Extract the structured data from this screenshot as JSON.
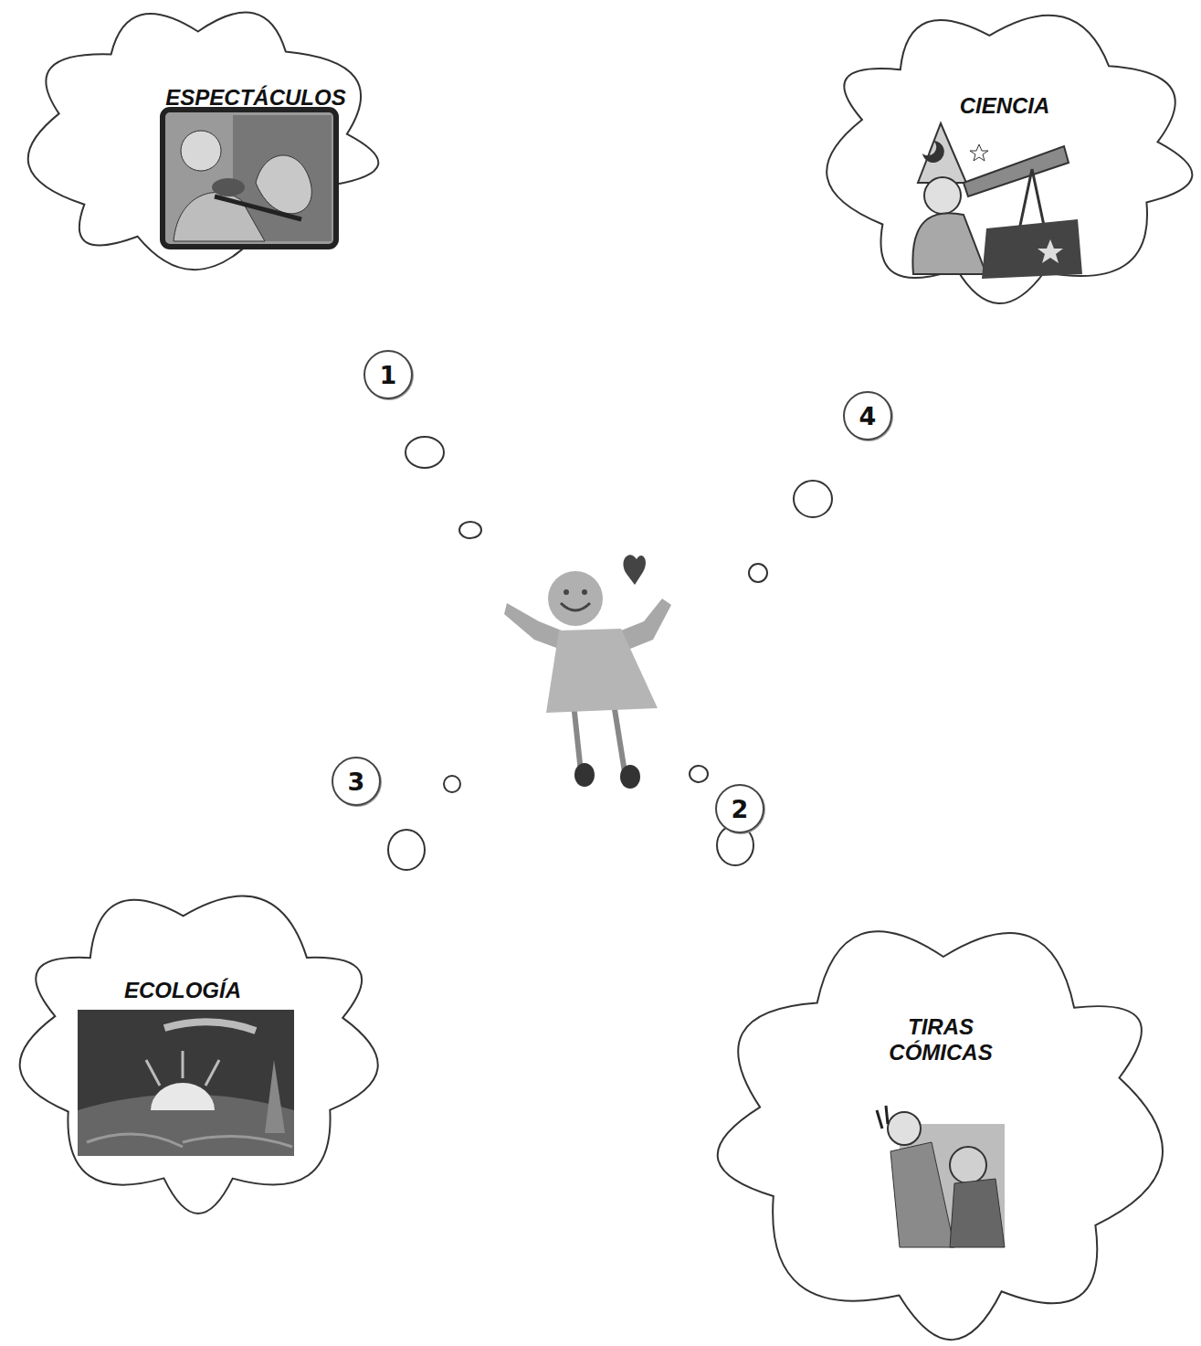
{
  "diagram": {
    "nodes": [
      {
        "text": [
          "ESPECTÁCULOS"
        ]
      },
      {
        "text": [
          "CIENCIA"
        ]
      },
      {
        "text": [
          "1"
        ]
      },
      {
        "text": [
          "4"
        ]
      },
      {
        "text": [
          "3"
        ]
      },
      {
        "text": [
          "2"
        ]
      },
      {
        "text": [
          "ECOLOGÍA"
        ]
      },
      {
        "text": [
          "TIRAS CÓMICAS"
        ]
      }
    ]
  }
}
